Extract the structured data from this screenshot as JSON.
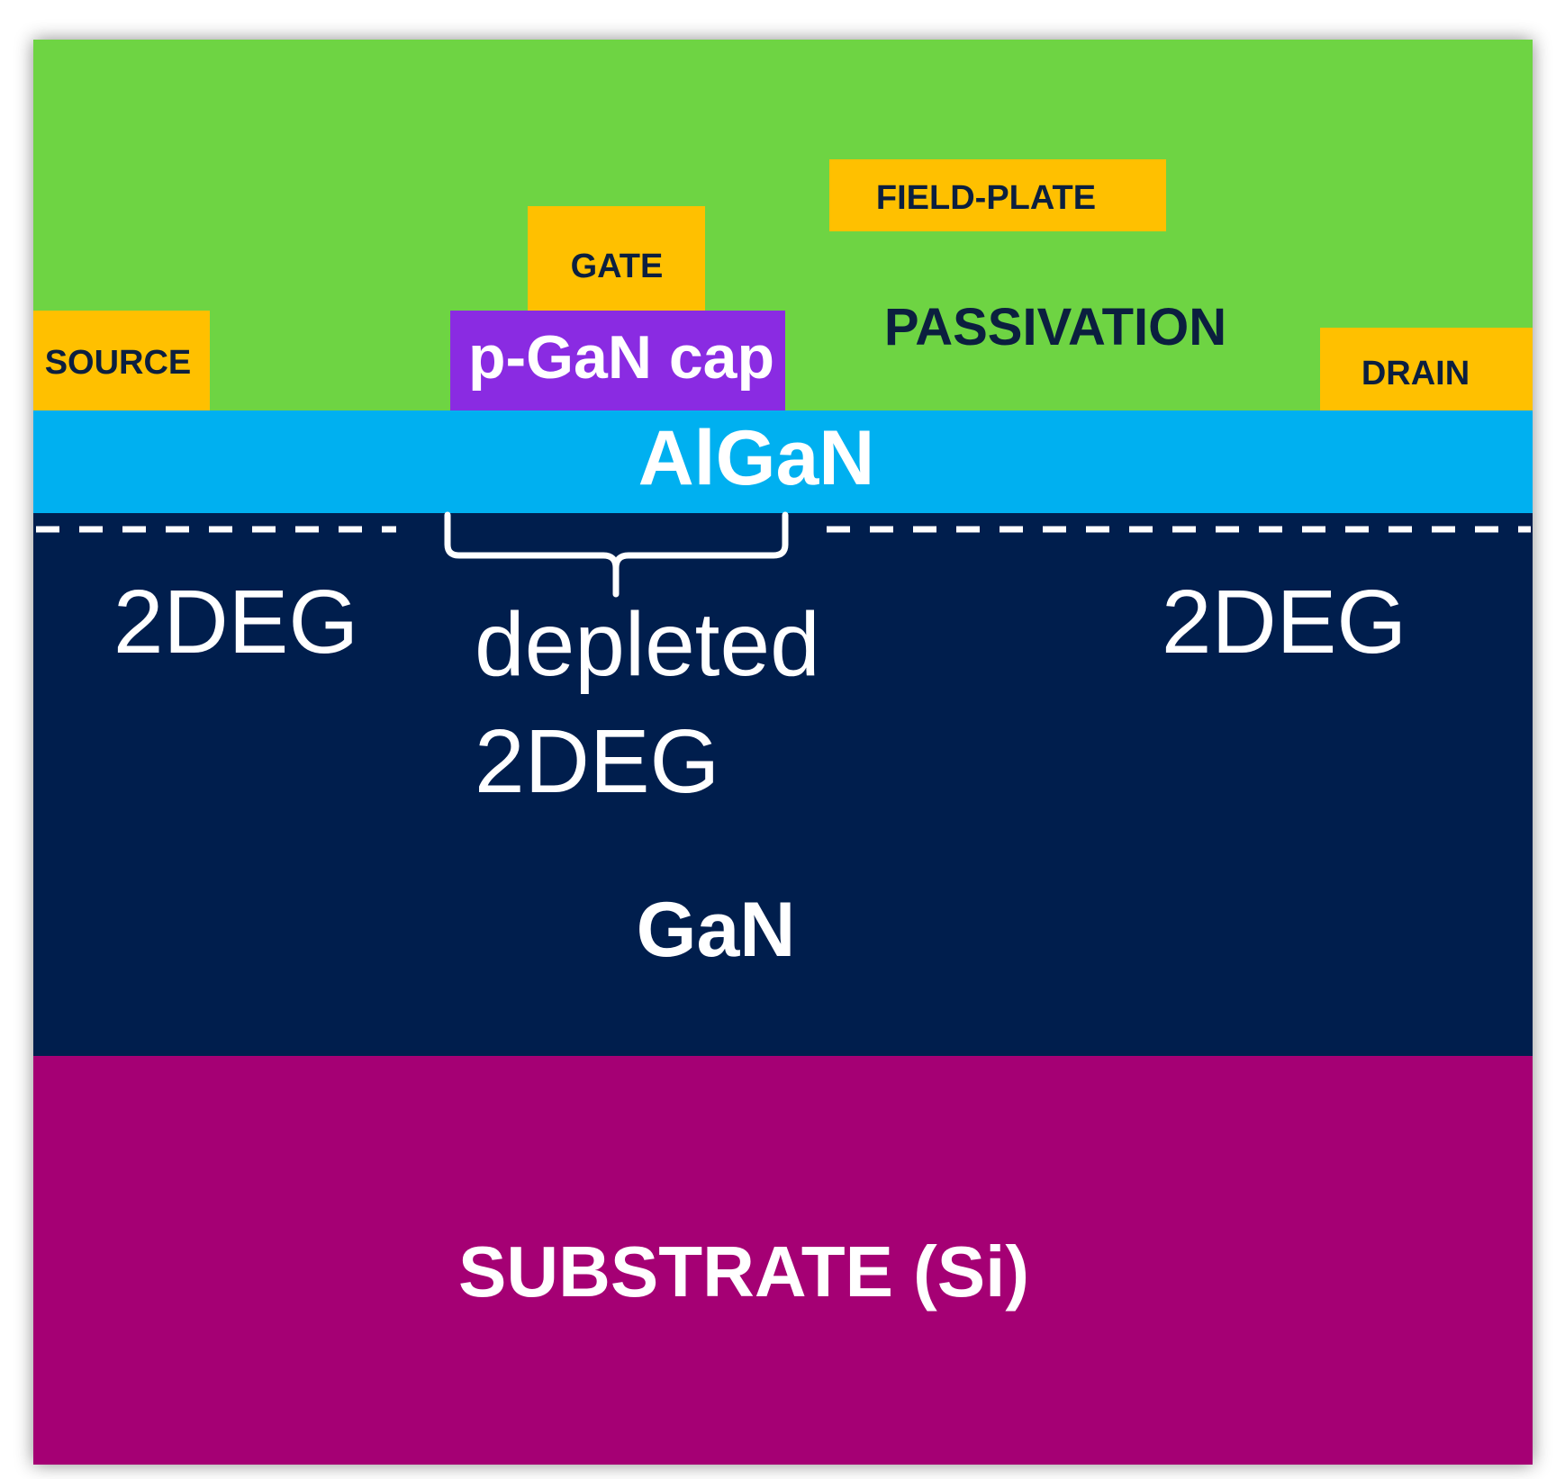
{
  "colors": {
    "passivation": "#6ed443",
    "metal": "#ffc000",
    "p_gan_cap": "#8a2be2",
    "algan": "#00b0f0",
    "gan": "#001e4d",
    "substrate": "#a50074",
    "dark_text": "#0b1f3f",
    "white_text": "#ffffff"
  },
  "layers": {
    "passivation": {
      "label": "PASSIVATION"
    },
    "algan": {
      "label": "AlGaN"
    },
    "gan": {
      "label": "GaN"
    },
    "substrate": {
      "label": "SUBSTRATE (Si)"
    }
  },
  "contacts": {
    "source": {
      "label": "SOURCE"
    },
    "gate": {
      "label": "GATE"
    },
    "field_plate": {
      "label": "FIELD-PLATE"
    },
    "drain": {
      "label": "DRAIN"
    },
    "p_gan_cap": {
      "label": "p-GaN cap"
    }
  },
  "channel": {
    "left_label": "2DEG",
    "right_label": "2DEG",
    "depleted_line1": "depleted",
    "depleted_line2": "2DEG"
  }
}
